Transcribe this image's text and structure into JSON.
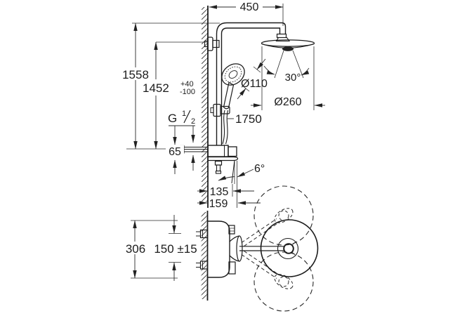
{
  "colors": {
    "line": "#1c1c1c",
    "background": "#ffffff"
  },
  "labels": {
    "dim_top_width": "450",
    "dim_total_height": "1558",
    "dim_install_height": "1452",
    "tol_plus": "+40",
    "tol_minus": "-100",
    "thread_letter": "G",
    "thread_numerator": "1",
    "thread_denominator": "2",
    "dim_supply_offset": "65",
    "dim_handshower_diameter": "Ø110",
    "dim_spray_angle": "30°",
    "dim_headshower_diameter": "Ø260",
    "dim_hose_length": "1750",
    "dim_shelf_angle": "6°",
    "dim_wall_to_outlet": "135",
    "dim_wall_to_knob": "159",
    "dim_body_length": "306",
    "dim_supply_spacing": "150 ±15"
  }
}
